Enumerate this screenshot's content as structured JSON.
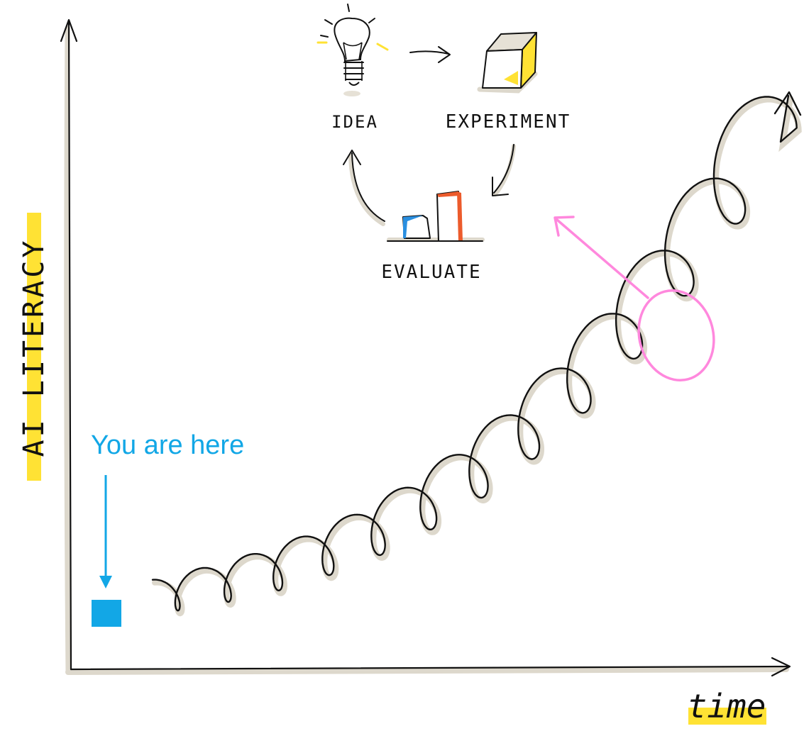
{
  "diagram": {
    "y_axis_label": "AI  LITERACY",
    "x_axis_label": "time",
    "cycle": {
      "steps": [
        "IDEA",
        "EXPERIMENT",
        "EVALUATE"
      ]
    },
    "marker_label": "You are here"
  },
  "colors": {
    "ink": "#111111",
    "highlight_yellow": "#ffe234",
    "marker_blue": "#12a7e6",
    "circle_pink": "#ff88dd",
    "bar_blue": "#2a8fe0",
    "bar_orange": "#ec5b2c",
    "shadow": "#ddd8cc"
  },
  "icons": [
    "lightbulb-icon",
    "cube-icon",
    "bar-chart-icon"
  ]
}
